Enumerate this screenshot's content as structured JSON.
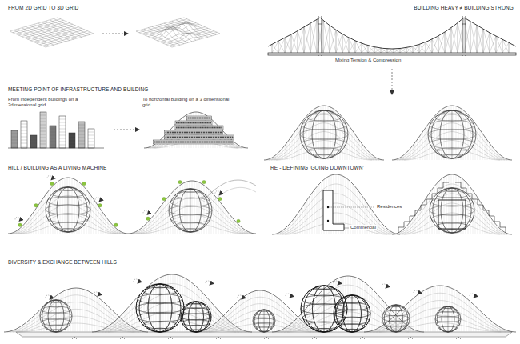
{
  "diagram": {
    "labels": [
      "FROM 2D GRID TO 3D GRID",
      "BUILDING HEAVY ≠ BUILDING STRONG",
      "Mixing Tension & Compression",
      "MEETING POINT OF INFRASTRUCTURE AND BUILDING",
      "From independent buildings on a 2dimensional grid",
      "To horizontal building on a 3 dimensional grid",
      "HILL / BUILDING AS A LIVING MACHINE",
      "RE - DEFINING 'GOING DOWNTOWN'",
      "Residences",
      "Commercial",
      "DIVERSITY & EXCHANGE BETWEEN HILLS"
    ]
  }
}
